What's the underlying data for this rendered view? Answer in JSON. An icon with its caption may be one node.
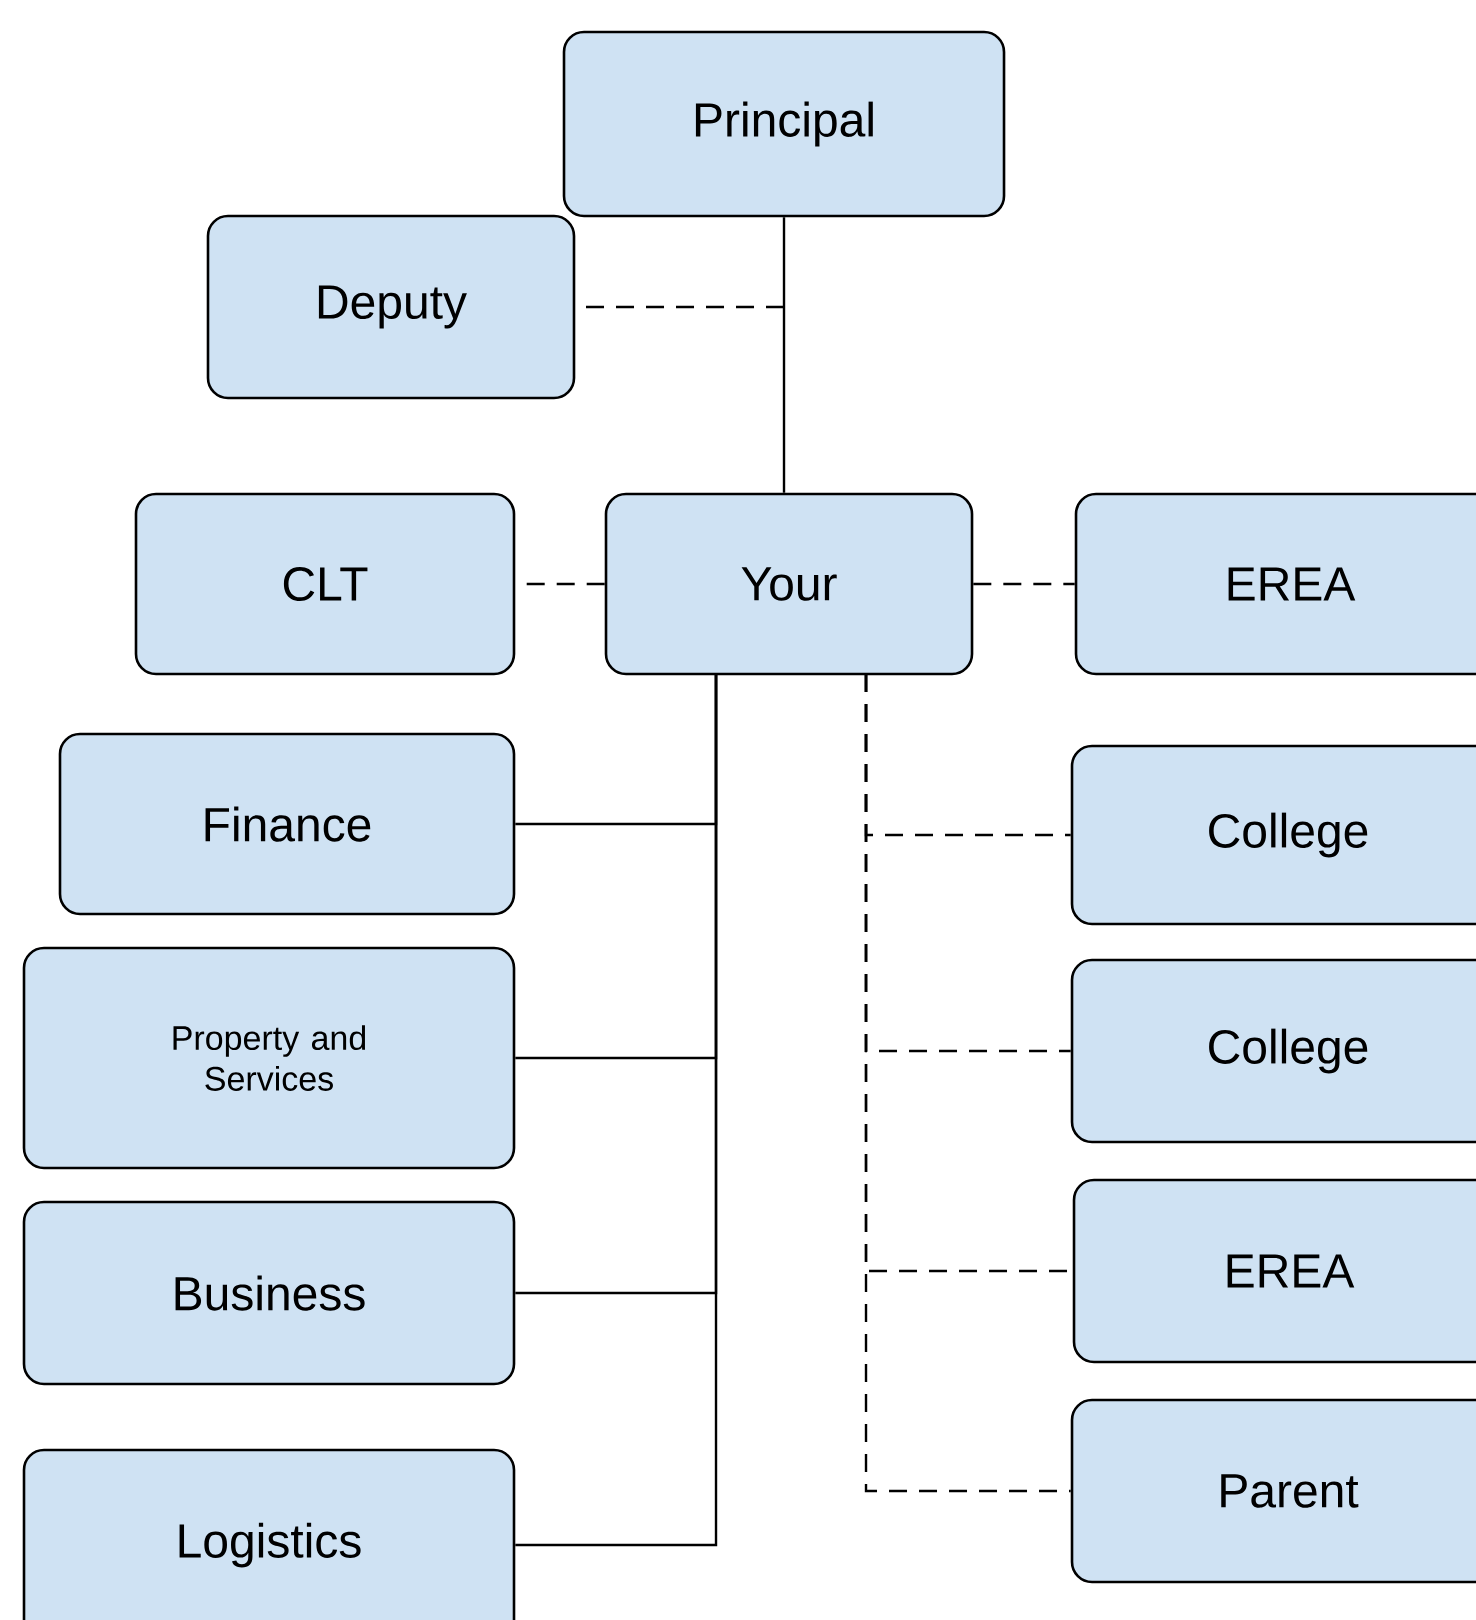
{
  "diagram": {
    "nodes": [
      {
        "text": [
          "Principal"
        ]
      },
      {
        "text": [
          "Deputy"
        ]
      },
      {
        "text": [
          "CLT"
        ]
      },
      {
        "text": [
          "Your"
        ]
      },
      {
        "text": [
          "EREA"
        ]
      },
      {
        "text": [
          "Finance"
        ]
      },
      {
        "text": [
          "Property and Services"
        ]
      },
      {
        "text": [
          "Business"
        ]
      },
      {
        "text": [
          "Logistics"
        ]
      },
      {
        "text": [
          "College"
        ]
      },
      {
        "text": [
          "College"
        ]
      },
      {
        "text": [
          "EREA"
        ]
      },
      {
        "text": [
          "Parent"
        ]
      }
    ],
    "edges": [
      {
        "from": 0,
        "to": 3,
        "arrow": "none"
      },
      {
        "from": 0,
        "to": 1,
        "arrow": "none",
        "style": "dashed"
      },
      {
        "from": 3,
        "to": 2,
        "arrow": "none",
        "style": "dashed"
      },
      {
        "from": 3,
        "to": 4,
        "arrow": "none",
        "style": "dashed"
      },
      {
        "from": 3,
        "to": 5,
        "arrow": "none"
      },
      {
        "from": 3,
        "to": 6,
        "arrow": "none"
      },
      {
        "from": 3,
        "to": 7,
        "arrow": "none"
      },
      {
        "from": 3,
        "to": 8,
        "arrow": "none"
      },
      {
        "from": 3,
        "to": 9,
        "arrow": "none",
        "style": "dashed"
      },
      {
        "from": 3,
        "to": 10,
        "arrow": "none",
        "style": "dashed"
      },
      {
        "from": 3,
        "to": 11,
        "arrow": "none",
        "style": "dashed"
      },
      {
        "from": 3,
        "to": 12,
        "arrow": "none",
        "style": "dashed"
      }
    ]
  }
}
